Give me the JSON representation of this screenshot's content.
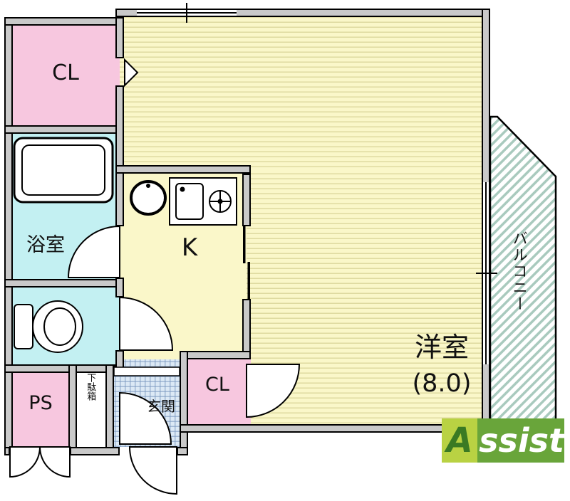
{
  "colors": {
    "room_pink": "#f7c7df",
    "room_cyan": "#c3f0f2",
    "room_yellow": "#faf7c9",
    "room_yellow_stripe": "#dedaa0",
    "entrance_blue": "#dce9f5",
    "balcony_stripe": "#a9cabe",
    "wall_gray": "#c9c9c9",
    "logo_green": "#69a53a",
    "logo_a_bg": "#b9d243",
    "logo_a_color": "#3a7a23"
  },
  "rooms": {
    "closet_top": {
      "label": "CL"
    },
    "bathroom": {
      "label": "浴室"
    },
    "kitchen": {
      "label": "K"
    },
    "pipe_space": {
      "label": "PS"
    },
    "shoe_cabinet": {
      "label": "下駄箱"
    },
    "entrance": {
      "label": "玄関"
    },
    "hall_closet": {
      "label": "CL"
    },
    "western_room": {
      "label": "洋室",
      "size": "(8.0)"
    },
    "balcony": {
      "label": "バルコニー"
    }
  },
  "branding": {
    "logo_first": "A",
    "logo_rest": "ssist"
  }
}
